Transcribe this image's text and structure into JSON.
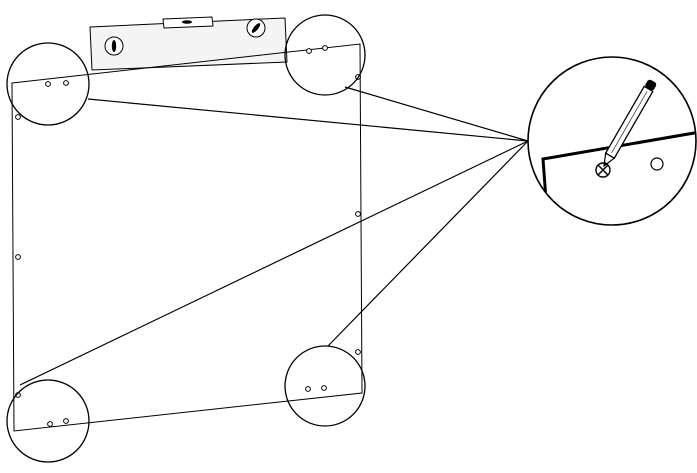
{
  "diagram": {
    "subject": "wall-panel-mounting-hole-marking",
    "colors": {
      "stroke": "#000000",
      "background": "#ffffff",
      "level_fill": "#f4f4f4"
    },
    "icons": [
      "spirit-level-icon",
      "pencil-icon",
      "cross-mark-icon"
    ],
    "corner_callouts": [
      "top-left",
      "top-right",
      "bottom-left",
      "bottom-right"
    ]
  }
}
